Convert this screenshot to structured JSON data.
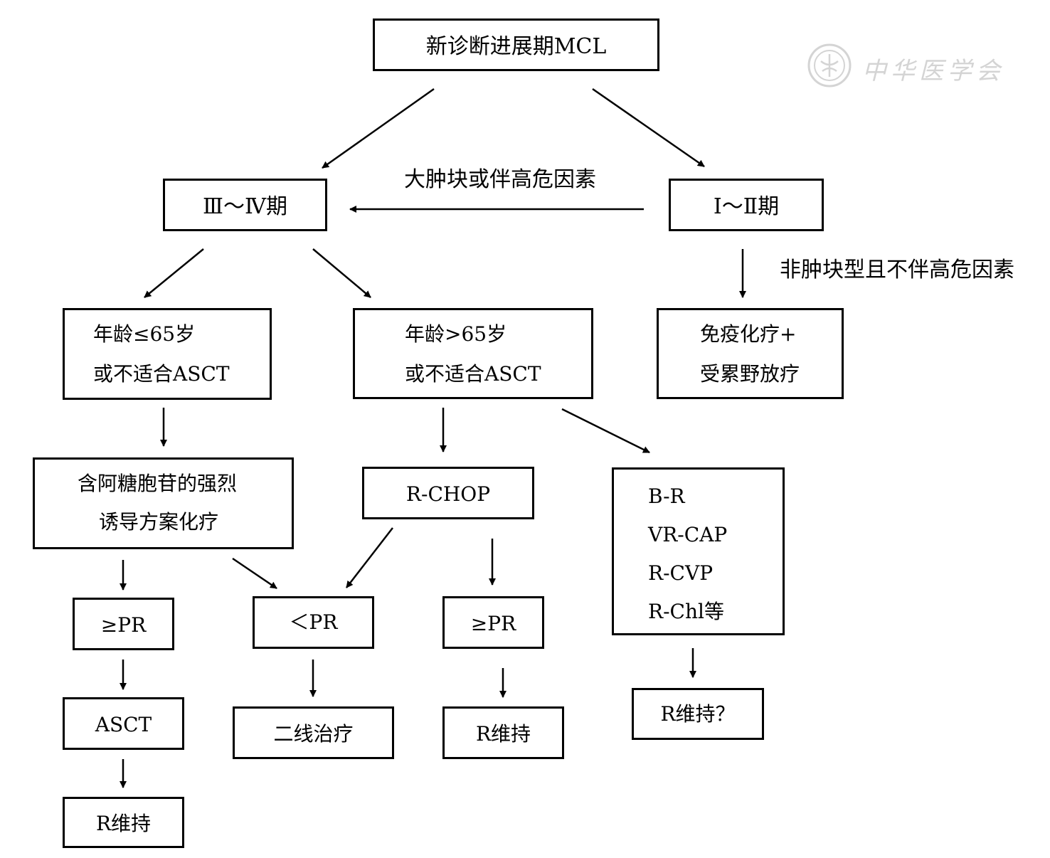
{
  "nodes": {
    "root": "新诊断进展期MCL",
    "stage_advanced": "Ⅲ～Ⅳ期",
    "stage_early": "Ⅰ～Ⅱ期",
    "young_line1": "年龄≤65岁",
    "young_line2": "或不适合ASCT",
    "old_line1": "年龄>65岁",
    "old_line2": "或不适合ASCT",
    "immuno_line1": "免疫化疗+",
    "immuno_line2": "受累野放疗",
    "intensive_line1": "含阿糖胞苷的强烈",
    "intensive_line2": "诱导方案化疗",
    "rchop": "R-CHOP",
    "alt_regimens": [
      "B-R",
      "VR-CAP",
      "R-CVP",
      "R-Chl等"
    ],
    "pr_good_left": "≥PR",
    "pr_poor": "＜PR",
    "pr_good_mid": "≥PR",
    "asct": "ASCT",
    "second_line": "二线治疗",
    "r_maint_mid": "R维持",
    "r_maint_q": "R维持？",
    "r_maint_bottom": "R维持"
  },
  "edge_labels": {
    "bulky": "大肿块或伴高危因素",
    "non_bulky": "非肿块型且不伴高危因素"
  },
  "watermark": {
    "text": "中华医学会",
    "icon": "seal-emblem-icon"
  },
  "colors": {
    "stroke": "#000000",
    "background": "#ffffff",
    "watermark": "#d4d4d4"
  }
}
